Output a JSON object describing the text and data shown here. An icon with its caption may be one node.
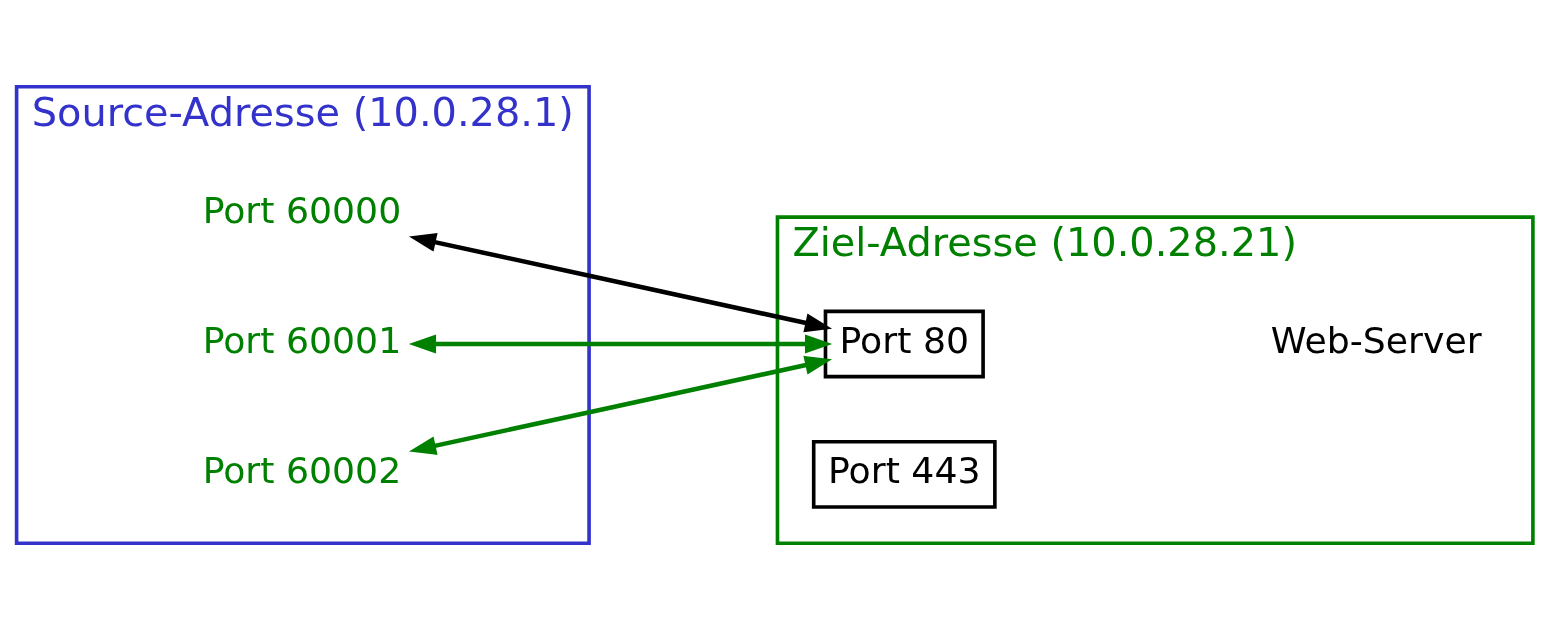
{
  "diagram": {
    "nodes": [
      {
        "text": [
          "Source-Adresse (10.0.28.1)"
        ]
      },
      {
        "text": [
          "Port 60000"
        ],
        "in": 0
      },
      {
        "text": [
          "Port 60001"
        ],
        "in": 0
      },
      {
        "text": [
          "Port 60002"
        ],
        "in": 0
      },
      {
        "text": [
          "Ziel-Adresse (10.0.28.21)"
        ],
        "beside": [
          "Web-Server"
        ]
      },
      {
        "text": [
          "Port 80"
        ],
        "in": 4
      },
      {
        "text": [
          "Port 443"
        ],
        "in": 4
      }
    ],
    "edges": [
      {
        "from": 1,
        "to": 5,
        "arrow": "both",
        "color": "#000000"
      },
      {
        "from": 2,
        "to": 5,
        "arrow": "both",
        "color": "#008000"
      },
      {
        "from": 3,
        "to": 5,
        "arrow": "both",
        "color": "#008000"
      }
    ]
  }
}
